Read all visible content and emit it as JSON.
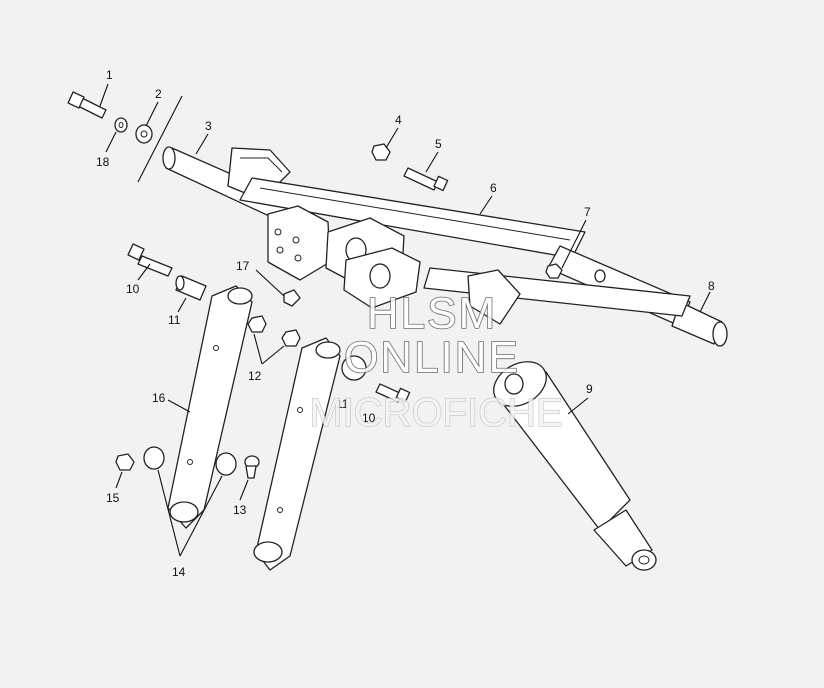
{
  "callouts": {
    "c1": "1",
    "c2": "2",
    "c3": "3",
    "c4": "4",
    "c5": "5",
    "c6": "6",
    "c7": "7",
    "c8": "8",
    "c9": "9",
    "c10a": "10",
    "c10b": "10",
    "c11a": "11",
    "c11b": "11",
    "c12": "12",
    "c13": "13",
    "c14": "14",
    "c15": "15",
    "c16": "16",
    "c17": "17",
    "c18": "18"
  },
  "watermark": {
    "line1": "HLSM",
    "line2": "ONLINE",
    "line3": "MICROFICHE"
  }
}
